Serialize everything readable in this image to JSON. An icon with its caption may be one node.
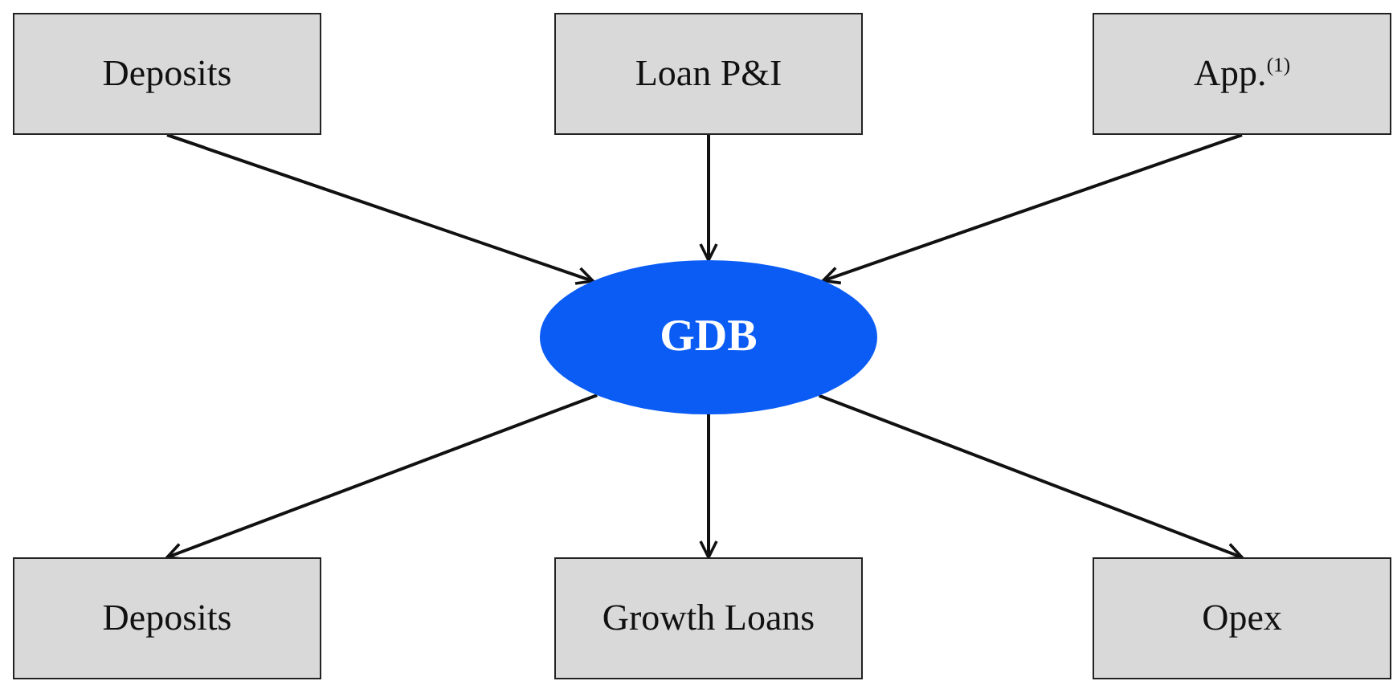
{
  "diagram": {
    "nodes": [
      {
        "text": [
          "Deposits"
        ]
      },
      {
        "text": [
          "Loan P&I"
        ]
      },
      {
        "text": [
          "App.$^{(1)}$"
        ]
      },
      {
        "text": [
          "GDB"
        ]
      },
      {
        "text": [
          "Deposits"
        ]
      },
      {
        "text": [
          "Growth Loans"
        ]
      },
      {
        "text": [
          "Opex"
        ]
      }
    ],
    "edges": [
      {
        "from": 0,
        "to": 3,
        "arrow": "to"
      },
      {
        "from": 1,
        "to": 3,
        "arrow": "to"
      },
      {
        "from": 2,
        "to": 3,
        "arrow": "to"
      },
      {
        "from": 3,
        "to": 4,
        "arrow": "to"
      },
      {
        "from": 3,
        "to": 5,
        "arrow": "to"
      },
      {
        "from": 3,
        "to": 6,
        "arrow": "to"
      }
    ]
  }
}
